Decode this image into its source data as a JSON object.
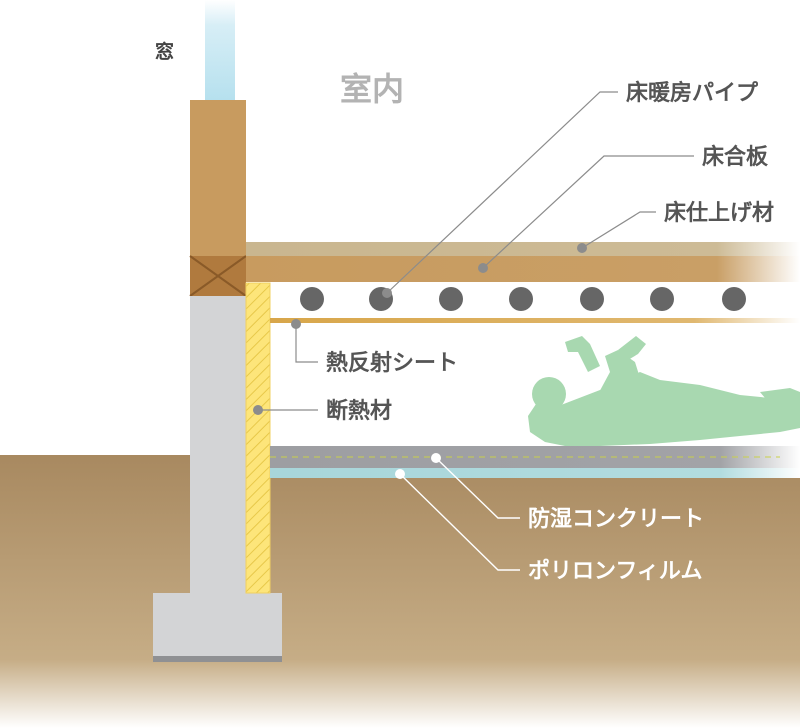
{
  "labels": {
    "window": "窓",
    "room": "室内",
    "floor_heating_pipe": "床暖房パイプ",
    "subfloor_board": "床合板",
    "floor_finish": "床仕上げ材",
    "heat_reflective_sheet": "熱反射シート",
    "insulation": "断熱材",
    "moisture_proof_concrete": "防湿コンクリート",
    "polyolefin_film": "ポリロンフィルム"
  },
  "colors": {
    "ground": "#a88b61",
    "wood": "#c89b5f",
    "floor_finish": "#c9b68f",
    "insulation": "#fde57a",
    "concrete": "#d3d4d6",
    "pipe": "#666666",
    "reflective_sheet": "#d8a74a",
    "concrete_slab": "#9d9ea2",
    "film": "#a8d6da",
    "person": "#a8d8b0",
    "window_glass": "#b9e2ef"
  },
  "icons": {
    "person": "person-lying-icon",
    "pipe": "pipe-cross-section-icon"
  }
}
